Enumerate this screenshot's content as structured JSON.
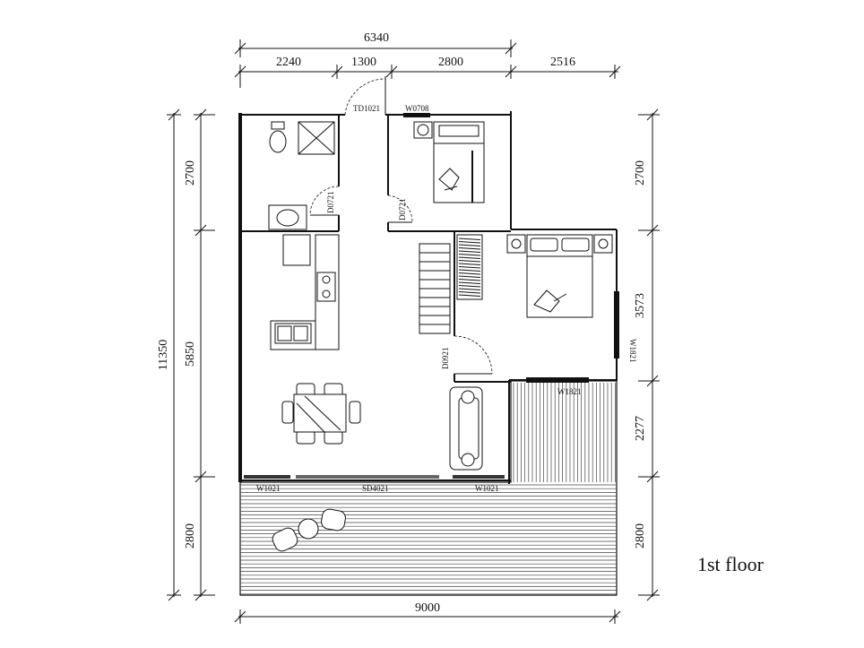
{
  "title": "1st floor",
  "dimensions": {
    "top_total": "6340",
    "top_segments": [
      "2240",
      "1300",
      "2800",
      "2516"
    ],
    "bottom_total": "9000",
    "left_total": "11350",
    "left_segments": [
      "2700",
      "5850",
      "2800"
    ],
    "right_segments": [
      "2700",
      "3573",
      "2277",
      "2800"
    ]
  },
  "labels": {
    "td1021": "TD1021",
    "w0708": "W0708",
    "d0721_a": "D0721",
    "d0721_b": "D0721",
    "d0921": "D0921",
    "w1821_side": "W1821",
    "w1821_bottom": "W1821",
    "w1021_left": "W1021",
    "sd4021": "SD4021",
    "w1021_right": "W1021"
  }
}
